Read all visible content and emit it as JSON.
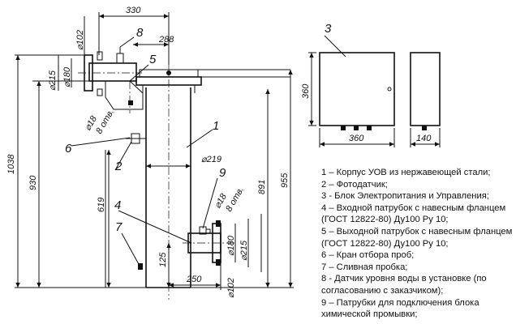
{
  "dimensions": {
    "d330": "330",
    "d288": "288",
    "d1038": "1038",
    "d930": "930",
    "d619": "619",
    "d891": "891",
    "d955": "955",
    "d125": "125",
    "d250": "250",
    "dia102_top": "⌀102",
    "dia215_top": "⌀215",
    "dia180_top": "⌀180",
    "dia18_top": "⌀18",
    "holes_top": "8 отв.",
    "dia219": "⌀219",
    "dia18_bot": "⌀18",
    "holes_bot": "8 отв.",
    "dia180_bot": "⌀180",
    "dia215_bot": "⌀215",
    "dia102_bot": "⌀102",
    "d360_h": "360",
    "d360_w": "360",
    "d140": "140"
  },
  "callouts": {
    "c1": "1",
    "c2": "2",
    "c3": "3",
    "c4": "4",
    "c5": "5",
    "c6": "6",
    "c7": "7",
    "c8": "8",
    "c9": "9"
  },
  "legend": [
    "1 – Корпус УОВ из нержавеющей стали;",
    "2 – Фотодатчик;",
    "3 - Блок Электропитания и Управления;",
    "4 – Входной патрубок с навесным фланцем (ГОСТ 12822-80) Ду100  Ру 10;",
    "5 – Выходной патрубок с навесным фланцем (ГОСТ 12822-80) Ду100  Ру 10;",
    "6 – Кран отбора проб;",
    "7 – Сливная пробка;",
    "8 - Датчик уровня воды в установке (по согласованию с заказчиком);",
    "9 – Патрубки для подключения блока химической промывки;"
  ]
}
